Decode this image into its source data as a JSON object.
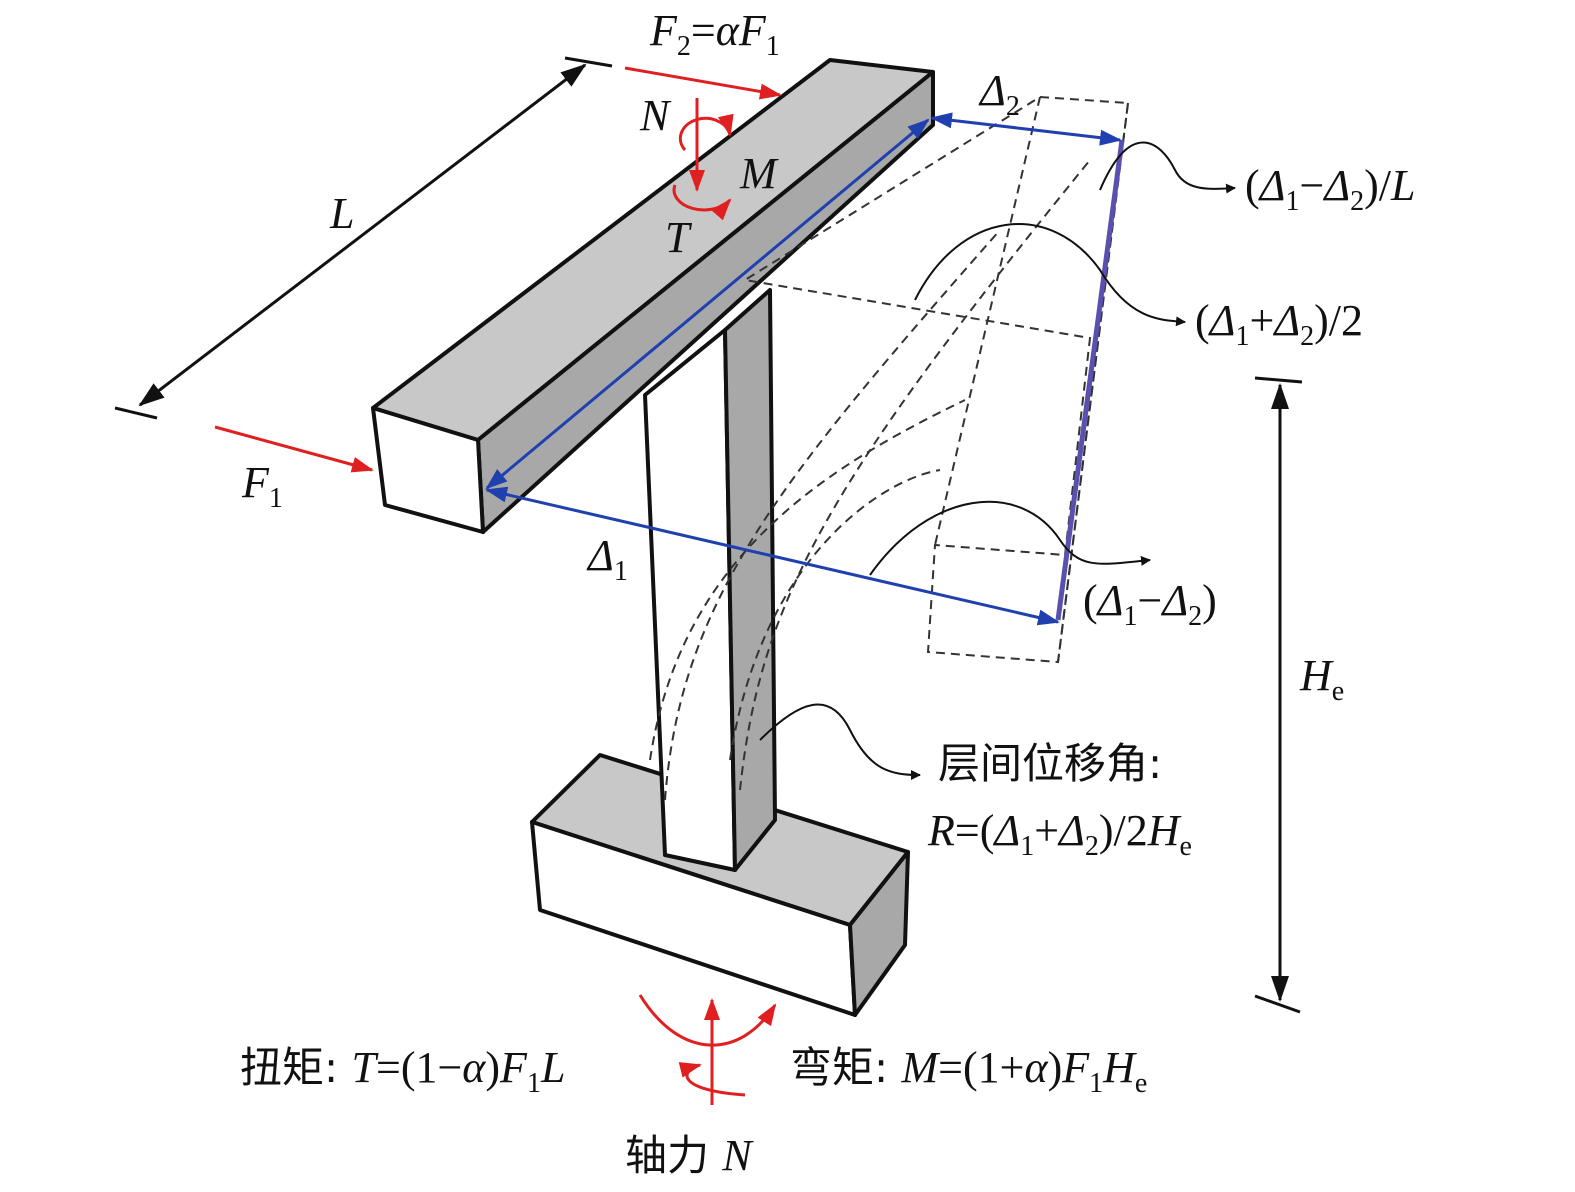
{
  "colors": {
    "force": "#e02020",
    "disp": "#2040b0",
    "face_light": "#c8c8c8",
    "face_dark": "#a8a8a8",
    "face_white": "#ffffff"
  },
  "labels": {
    "f2": [
      {
        "t": "F",
        "i": 1
      },
      {
        "t": "2",
        "s": 1
      },
      {
        "t": "=",
        "i": 0
      },
      {
        "t": "α",
        "i": 1
      },
      {
        "t": "F",
        "i": 1
      },
      {
        "t": "1",
        "s": 1
      }
    ],
    "n_top": [
      {
        "t": "N",
        "i": 1
      }
    ],
    "m_top": [
      {
        "t": "M",
        "i": 1
      }
    ],
    "t_top": [
      {
        "t": "T",
        "i": 1
      }
    ],
    "l": [
      {
        "t": "L",
        "i": 1
      }
    ],
    "f1": [
      {
        "t": "F",
        "i": 1
      },
      {
        "t": "1",
        "s": 1
      }
    ],
    "d1": [
      {
        "t": "Δ",
        "i": 1
      },
      {
        "t": "1",
        "s": 1
      }
    ],
    "d2": [
      {
        "t": "Δ",
        "i": 1
      },
      {
        "t": "2",
        "s": 1
      }
    ],
    "rot": [
      {
        "t": "(",
        "i": 0
      },
      {
        "t": "Δ",
        "i": 1
      },
      {
        "t": "1",
        "s": 1
      },
      {
        "t": "−",
        "i": 0
      },
      {
        "t": "Δ",
        "i": 1
      },
      {
        "t": "2",
        "s": 1
      },
      {
        "t": ")/",
        "i": 0
      },
      {
        "t": "L",
        "i": 1
      }
    ],
    "avg": [
      {
        "t": "(",
        "i": 0
      },
      {
        "t": "Δ",
        "i": 1
      },
      {
        "t": "1",
        "s": 1
      },
      {
        "t": "+",
        "i": 0
      },
      {
        "t": "Δ",
        "i": 1
      },
      {
        "t": "2",
        "s": 1
      },
      {
        "t": ")/2",
        "i": 0
      }
    ],
    "diff": [
      {
        "t": "(",
        "i": 0
      },
      {
        "t": "Δ",
        "i": 1
      },
      {
        "t": "1",
        "s": 1
      },
      {
        "t": "−",
        "i": 0
      },
      {
        "t": "Δ",
        "i": 1
      },
      {
        "t": "2",
        "s": 1
      },
      {
        "t": ")",
        "i": 0
      }
    ],
    "he": [
      {
        "t": "H",
        "i": 1
      },
      {
        "t": "e",
        "s": 1
      }
    ],
    "drift_title": [
      {
        "t": "层间位移角:",
        "c": 1
      }
    ],
    "drift_eq": [
      {
        "t": "R",
        "i": 1
      },
      {
        "t": "=(",
        "i": 0
      },
      {
        "t": "Δ",
        "i": 1
      },
      {
        "t": "1",
        "s": 1
      },
      {
        "t": "+",
        "i": 0
      },
      {
        "t": "Δ",
        "i": 1
      },
      {
        "t": "2",
        "s": 1
      },
      {
        "t": ")/2",
        "i": 0
      },
      {
        "t": "H",
        "i": 1
      },
      {
        "t": "e",
        "s": 1
      }
    ],
    "torque": [
      {
        "t": "扭矩: ",
        "c": 1
      },
      {
        "t": "T",
        "i": 1
      },
      {
        "t": "=(1−",
        "i": 0
      },
      {
        "t": "α",
        "i": 1
      },
      {
        "t": ")",
        "i": 0
      },
      {
        "t": "F",
        "i": 1
      },
      {
        "t": "1",
        "s": 1
      },
      {
        "t": "L",
        "i": 1
      }
    ],
    "moment": [
      {
        "t": "弯矩: ",
        "c": 1
      },
      {
        "t": "M",
        "i": 1
      },
      {
        "t": "=(1+",
        "i": 0
      },
      {
        "t": "α",
        "i": 1
      },
      {
        "t": ")",
        "i": 0
      },
      {
        "t": "F",
        "i": 1
      },
      {
        "t": "1",
        "s": 1
      },
      {
        "t": "H",
        "i": 1
      },
      {
        "t": "e",
        "s": 1
      }
    ],
    "axial": [
      {
        "t": "轴力 ",
        "c": 1
      },
      {
        "t": "N",
        "i": 1
      }
    ]
  }
}
